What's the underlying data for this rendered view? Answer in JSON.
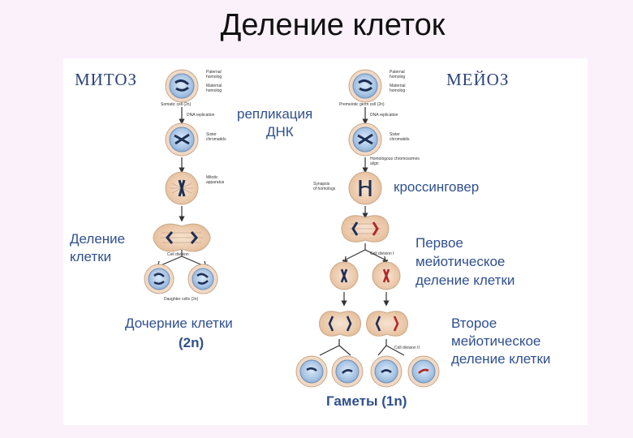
{
  "slide": {
    "title": "Деление клеток"
  },
  "mitosis": {
    "heading": "МИТОЗ",
    "replication_label": [
      "репликация",
      "ДНК"
    ],
    "division_label": [
      "Деление",
      "клетки"
    ],
    "daughter_label": [
      "Дочерние клетки",
      "(2n)"
    ],
    "small": {
      "paternal": [
        "Paternal",
        "homolog"
      ],
      "maternal": [
        "Maternal",
        "homolog"
      ],
      "somatic": "Somatic cell (2n)",
      "dna": "DNA replication",
      "sister": [
        "Sister",
        "chromatids"
      ],
      "mitotic": [
        "Mitotic",
        "apparatus"
      ],
      "celldiv": "Cell division",
      "daughter": "Daughter cells (2n)"
    }
  },
  "meiosis": {
    "heading": "МЕЙОЗ",
    "crossing_label": "кроссинговер",
    "first_label": [
      "Первое",
      "мейотическое",
      "деление клетки"
    ],
    "second_label": [
      "Второе",
      "мейотическое",
      "деление клетки"
    ],
    "gametes_label": "Гаметы  (1n)",
    "small": {
      "paternal": [
        "Paternal",
        "homolog"
      ],
      "maternal": [
        "Maternal",
        "homolog"
      ],
      "germ": "Premeiotic germ cell (2n)",
      "dna": "DNA replication",
      "sister": [
        "Sister",
        "chromatids"
      ],
      "align": [
        "Homologous chromosomes",
        "align"
      ],
      "synapsis": [
        "Synapsis",
        "of homologs"
      ],
      "celldiv1": "Cell division I",
      "celldiv2": "Cell division II"
    }
  },
  "colors": {
    "nucleus": "#b8d2ec",
    "dividing": "#f1d2b6",
    "chromosome": "#1f2f55",
    "red_chromosome": "#b02828",
    "text_blue": "#2f4f8f"
  }
}
